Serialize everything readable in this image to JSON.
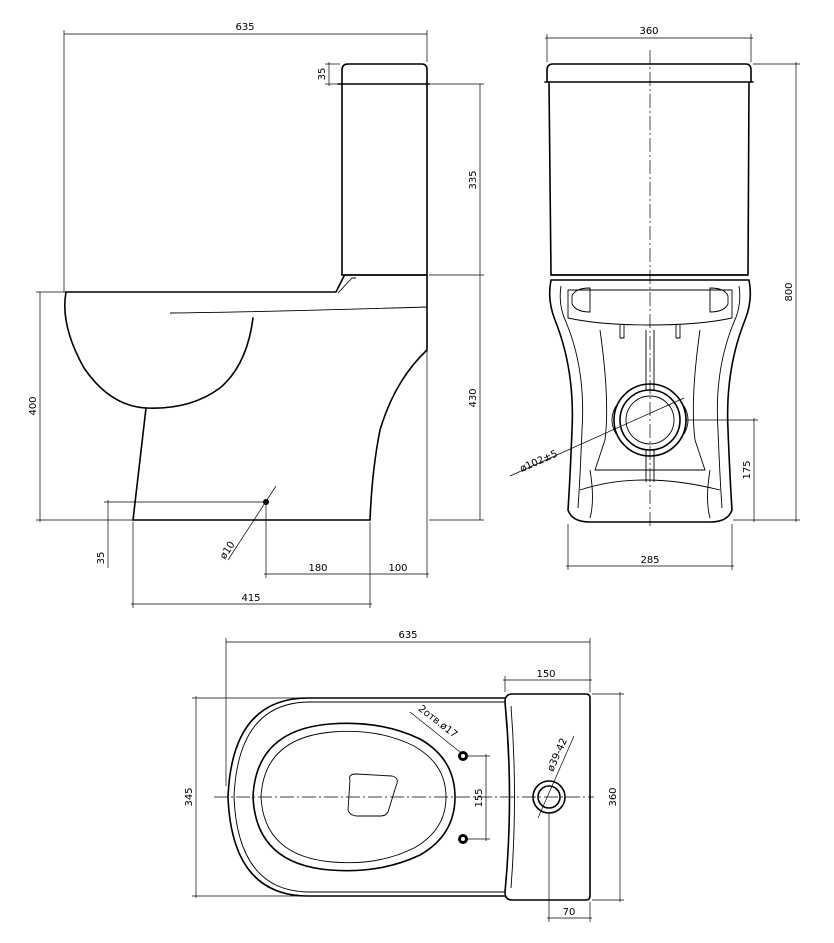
{
  "side_view": {
    "dims": {
      "total_length": "635",
      "lid_height": "35",
      "tank_height": "335",
      "bowl_height": "430",
      "seat_height": "400",
      "outlet_height": "35",
      "fixing_hole": "ø10",
      "hole_offset": "180",
      "back_offset": "100",
      "base_length": "415"
    }
  },
  "front_view": {
    "dims": {
      "tank_width": "360",
      "total_height": "800",
      "outlet_diameter": "ø102±5",
      "outlet_height": "175",
      "base_width": "285"
    }
  },
  "top_view": {
    "dims": {
      "total_length": "635",
      "tank_depth": "150",
      "mount_holes": "2отв.ø17",
      "inlet_hole": "ø39-42",
      "hole_spacing": "155",
      "bowl_width": "345",
      "tank_width": "360",
      "inlet_offset": "70"
    }
  }
}
